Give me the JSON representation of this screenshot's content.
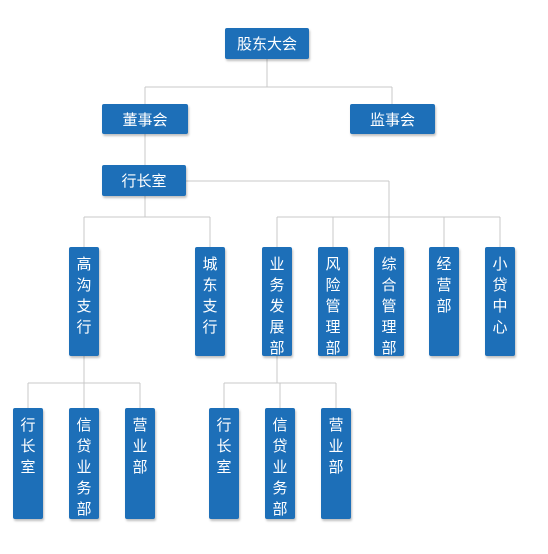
{
  "colors": {
    "box": "#1d6fb8",
    "line": "#c8c8c8",
    "text": "#ffffff"
  },
  "nodes": {
    "shareholders": "股东大会",
    "board": "董事会",
    "supervisors": "监事会",
    "president_office": "行长室",
    "gaogou_branch": "高沟支行",
    "chengdong_branch": "城东支行",
    "business_dev": "业务发展部",
    "risk_mgmt": "风险管理部",
    "general_mgmt": "综合管理部",
    "operations": "经营部",
    "microloan_center": "小贷中心",
    "gaogou_president_office": "行长室",
    "gaogou_credit_dept": "信贷业务部",
    "gaogou_sales_dept": "营业部",
    "bizdev_president_office": "行长室",
    "bizdev_credit_dept": "信贷业务部",
    "bizdev_sales_dept": "营业部"
  }
}
